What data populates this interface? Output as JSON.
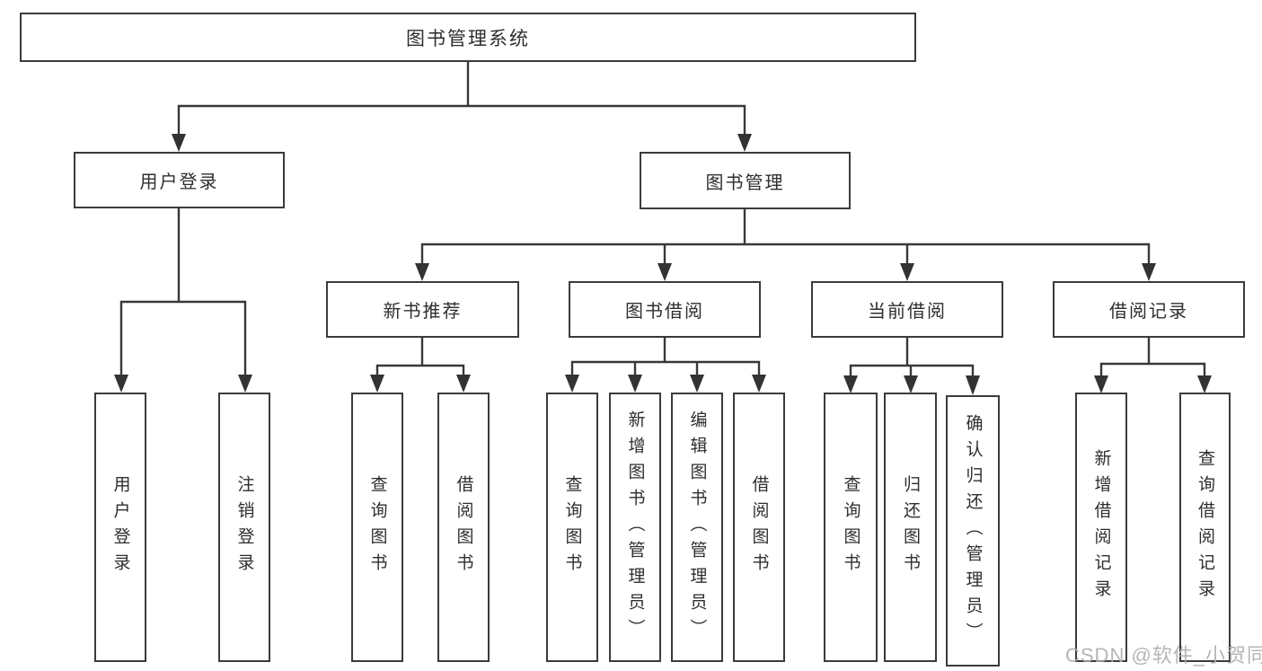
{
  "diagram": {
    "root": "图书管理系统",
    "level1": {
      "user_login": "用户登录",
      "book_management": "图书管理"
    },
    "level2": {
      "new_book_recommend": "新书推荐",
      "book_borrowing": "图书借阅",
      "current_borrowing": "当前借阅",
      "borrowing_records": "借阅记录"
    },
    "leaves": {
      "user_login": [
        "用户登录",
        "注销登录"
      ],
      "new_book_recommend": [
        "查询图书",
        "借阅图书"
      ],
      "book_borrowing": [
        "查询图书",
        "新增图书（管理员）",
        "编辑图书（管理员）",
        "借阅图书"
      ],
      "current_borrowing": [
        "查询图书",
        "归还图书",
        "确认归还（管理员）"
      ],
      "borrowing_records": [
        "新增借阅记录",
        "查询借阅记录"
      ]
    }
  },
  "watermark": "CSDN @软件_小贺同学",
  "colors": {
    "line": "#383838",
    "border": "#3b3b3b",
    "text": "#2e2e2e",
    "watermark": "#aeaeae"
  }
}
